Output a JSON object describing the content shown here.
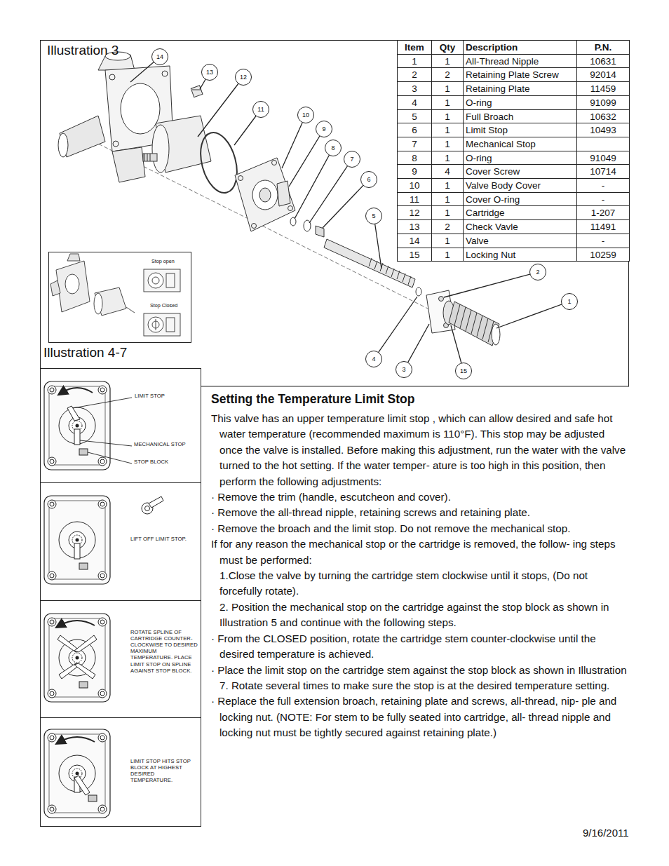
{
  "diagram": {
    "title": "Setting the Temperature Limit Stop",
    "nodes": [
      {
        "text": [
          "Illustration 3"
        ]
      },
      {
        "text": [
          "Illustration 4-7"
        ]
      },
      {
        "text": [
          "LIMIT STOP",
          "MECHANICAL STOP",
          "STOP BLOCK"
        ],
        "in": 1
      },
      {
        "text": [
          "LIFT OFF LIMIT STOP."
        ],
        "in": 1
      },
      {
        "text": [
          "ROTATE SPLINE OF CARTRIDGE COUNTER- CLOCKWISE TO DESIRED MAXIMUM TEMPERATURE. PLACE LIMIT STOP ON SPLINE AGAINST STOP BLOCK."
        ],
        "in": 1
      },
      {
        "text": [
          "LIMIT STOP HITS STOP BLOCK AT HIGHEST DESIRED TEMPERATURE."
        ],
        "in": 1
      },
      {
        "text": [
          "Stop open",
          "Stop Closed"
        ],
        "in": 0
      }
    ],
    "labels": [
      "14",
      "13",
      "12",
      "11",
      "10",
      "9",
      "8",
      "7",
      "6",
      "5",
      "2",
      "1",
      "4",
      "3",
      "15",
      "Item",
      "Qty",
      "Description",
      "P.N.",
      "1",
      "1",
      "All-Thread Nipple",
      "10631",
      "2",
      "2",
      "Retaining Plate Screw",
      "92014",
      "3",
      "1",
      "Retaining Plate",
      "11459",
      "4",
      "1",
      "O-ring",
      "91099",
      "5",
      "1",
      "Full Broach",
      "10632",
      "6",
      "1",
      "Limit Stop",
      "10493",
      "7",
      "1",
      "Mechanical Stop",
      "8",
      "1",
      "O-ring",
      "91049",
      "9",
      "4",
      "Cover Screw",
      "10714",
      "10",
      "1",
      "Valve Body Cover",
      "-",
      "11",
      "1",
      "Cover O-ring",
      "-",
      "12",
      "1",
      "Cartridge",
      "1-207",
      "13",
      "2",
      "Check Vavle",
      "11491",
      "14",
      "1",
      "Valve",
      "-",
      "15",
      "1",
      "Locking Nut",
      "10259",
      "This valve has an upper temperature limit stop , which can allow desired and safe hot water temperature (recommended maximum is 110°F). This stop may be adjusted once the valve is installed. Before making this adjustment, run the water with the valve turned to the hot setting. If the water temper- ature is too high in this position, then perform the following adjustments:",
      "· Remove the trim (handle, escutcheon and cover).",
      "· Remove the all-thread nipple, retaining screws and retaining plate.",
      "· Remove the broach and the limit stop. Do not remove the mechanical stop.",
      "If for any reason the mechanical stop or the cartridge is removed, the follow- ing steps must be performed:",
      "1.Close the valve by turning the cartridge stem clockwise until it stops, (Do not forcefully rotate).",
      "2. Position the mechanical stop on the cartridge against the stop block as shown in Illustration 5 and continue with the following steps.",
      "· From the CLOSED position, rotate the cartridge stem counter-clockwise until the desired temperature is achieved.",
      "· Place the limit stop on the cartridge stem against the stop block as shown in Illustration 7. Rotate several times to make sure the stop is at the desired temperature setting.",
      "· Replace the full extension broach, retaining plate and screws, all-thread, nip- ple and locking nut. (NOTE: For stem to be fully seated into cartridge, all- thread nipple and locking nut must be tightly secured against retaining plate.)",
      "9/16/2011"
    ]
  }
}
